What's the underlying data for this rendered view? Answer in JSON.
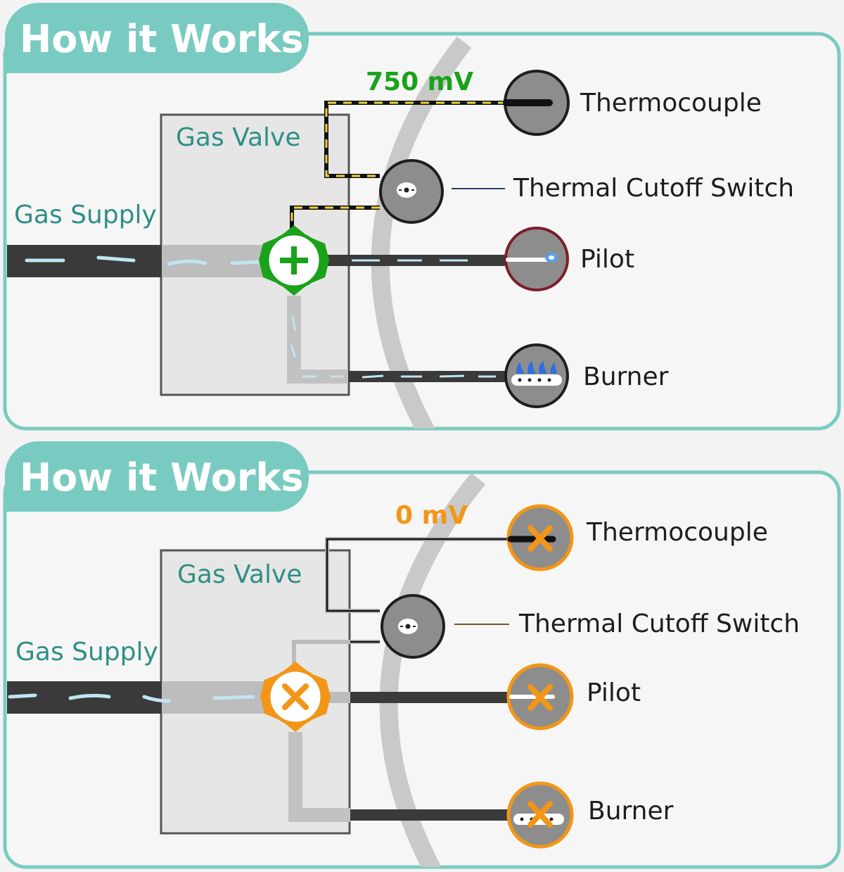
{
  "colors": {
    "teal": "#79cbc1",
    "teal_text": "#2f8f86",
    "active_green": "#1aa21a",
    "fault_orange": "#f29618",
    "pipe_dark": "#3a3a3a",
    "gas_flow": "#bfe5f3",
    "valve_box_fill": "#e3e3e3",
    "valve_box_stroke": "#555555",
    "pilot_ring": "#7c1d2a"
  },
  "panels": [
    {
      "state": "active",
      "heading": "How it Works",
      "gas_valve_label": "Gas Valve",
      "gas_supply_label": "Gas Supply",
      "voltage_label": "750 mV",
      "valve_icon": "plus-icon",
      "components": [
        {
          "key": "thermocouple",
          "label": "Thermocouple",
          "icon": "thermocouple-icon"
        },
        {
          "key": "thermal-cutoff-switch",
          "label": "Thermal Cutoff Switch",
          "icon": "thermal-switch-icon"
        },
        {
          "key": "pilot",
          "label": "Pilot",
          "icon": "pilot-flame-icon"
        },
        {
          "key": "burner",
          "label": "Burner",
          "icon": "burner-flame-icon"
        }
      ]
    },
    {
      "state": "fault",
      "heading": "How it Works",
      "gas_valve_label": "Gas Valve",
      "gas_supply_label": "Gas Supply",
      "voltage_label": "0 mV",
      "valve_icon": "cross-icon",
      "components": [
        {
          "key": "thermocouple",
          "label": "Thermocouple",
          "icon": "thermocouple-off-icon"
        },
        {
          "key": "thermal-cutoff-switch",
          "label": "Thermal Cutoff Switch",
          "icon": "thermal-switch-icon"
        },
        {
          "key": "pilot",
          "label": "Pilot",
          "icon": "pilot-off-icon"
        },
        {
          "key": "burner",
          "label": "Burner",
          "icon": "burner-off-icon"
        }
      ]
    }
  ]
}
